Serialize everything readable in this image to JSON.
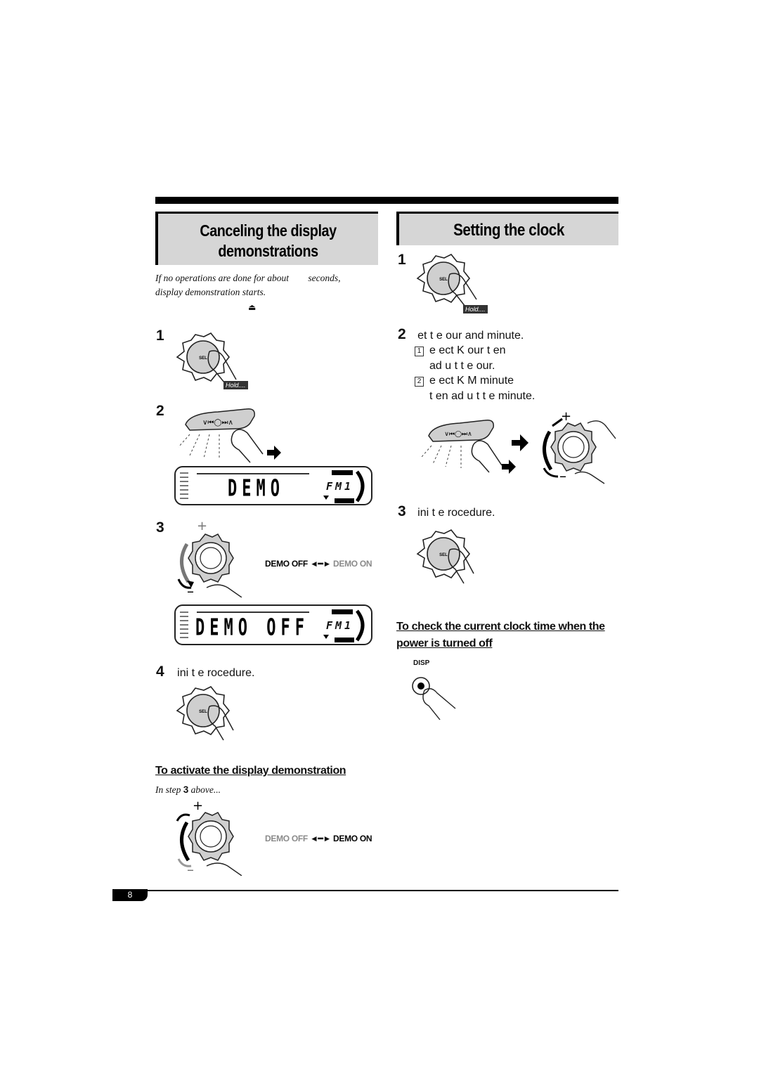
{
  "left_section": {
    "title_line1": "Canceling the display",
    "title_line2": "demonstrations",
    "intro_part1": "If no operations are done for about",
    "intro_part2": "seconds,",
    "intro_part3": "display demonstration starts.",
    "eject_symbol": "⏏",
    "step1_num": "1",
    "step2_num": "2",
    "step3_num": "3",
    "step4_num": "4",
    "step4_text": "ini   t e   rocedure.",
    "lcd1_text": "DEMO",
    "lcd2_text": "DEMO OFF",
    "lcd_band": "FM1",
    "demo_off": "DEMO OFF",
    "demo_on": "DEMO ON",
    "hold_label": "Hold....",
    "sel_label": "SEL",
    "activate_heading": "To activate the display demonstration",
    "in_step_prefix": "In step",
    "in_step_num": "3",
    "in_step_suffix": "above...",
    "plus": "+",
    "minus": "–"
  },
  "right_section": {
    "title": "Setting the clock",
    "step1_num": "1",
    "step2_num": "2",
    "step2_text": "et t e   our and minute.",
    "sub1_num": "1",
    "sub1_line1": "e ect          K       our   t en",
    "sub1_line2": "ad u  t t e   our.",
    "sub2_num": "2",
    "sub2_line1": "e ect          K M   minute",
    "sub2_line2": "t en ad u  t t e minute.",
    "step3_num": "3",
    "step3_text": "ini     t e   rocedure.",
    "check_heading_line1": "To check the current clock time when the",
    "check_heading_line2": "power is turned off",
    "disp_label": "DISP",
    "hold_label": "Hold....",
    "sel_label": "SEL",
    "plus": "+",
    "minus": "–"
  },
  "footer": {
    "page_number": "8"
  }
}
